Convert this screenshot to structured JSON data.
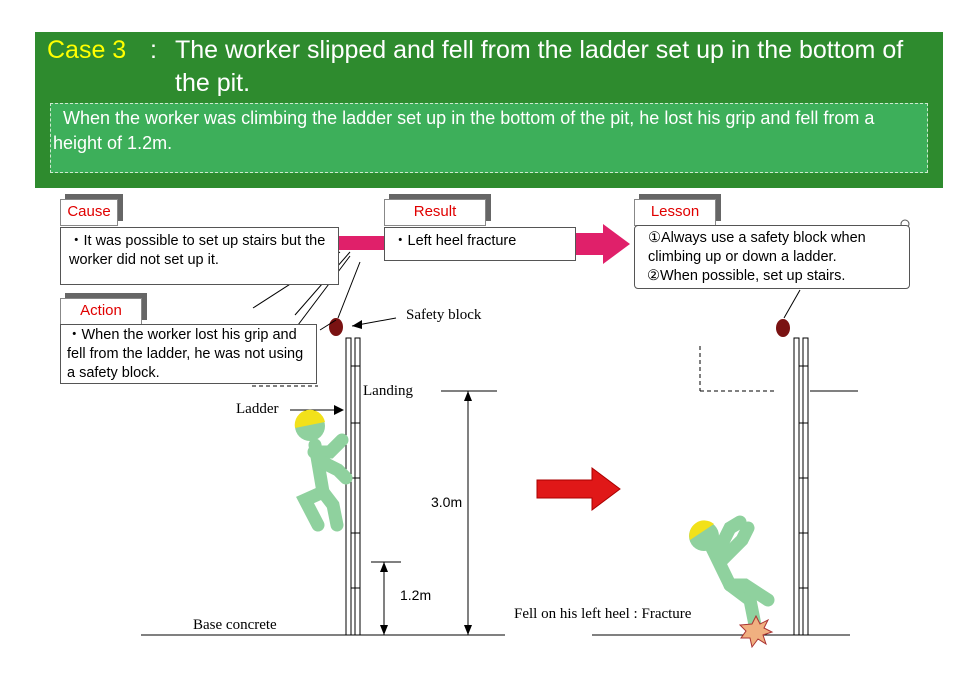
{
  "header": {
    "case_label": "Case 3",
    "colon": ":",
    "title": "The worker slipped and fell from the ladder set up in the bottom of the pit.",
    "description": "  When the worker was climbing the ladder set up in the bottom of the pit, he lost his grip and fell from a height of 1.2m."
  },
  "cause": {
    "tab": "Cause",
    "text": "・It was possible to set up stairs but the worker did not set up it."
  },
  "result": {
    "tab": "Result",
    "text": "・Left heel fracture"
  },
  "action": {
    "tab": "Action",
    "text": "・When the worker lost his grip and fell from the ladder, he was not using a safety block."
  },
  "lesson": {
    "tab": "Lesson",
    "line1": "①Always use a safety block when climbing up or down a ladder.",
    "line2": "②When possible, set up stairs."
  },
  "labels": {
    "safety_block": "Safety block",
    "landing": "Landing",
    "ladder": "Ladder",
    "base_concrete": "Base concrete",
    "height_total": "3.0m",
    "height_fall": "1.2m",
    "fell": "Fell on his left heel : Fracture"
  },
  "colors": {
    "header_bg": "#2e8b2e",
    "description_bg": "#3daf5a",
    "case_label": "#ffff00",
    "tab_text": "#e00000",
    "arrow": "#e0206a",
    "red_arrow": "#e01818",
    "figure": "#8fd19e",
    "helmet": "#f2e11a"
  }
}
